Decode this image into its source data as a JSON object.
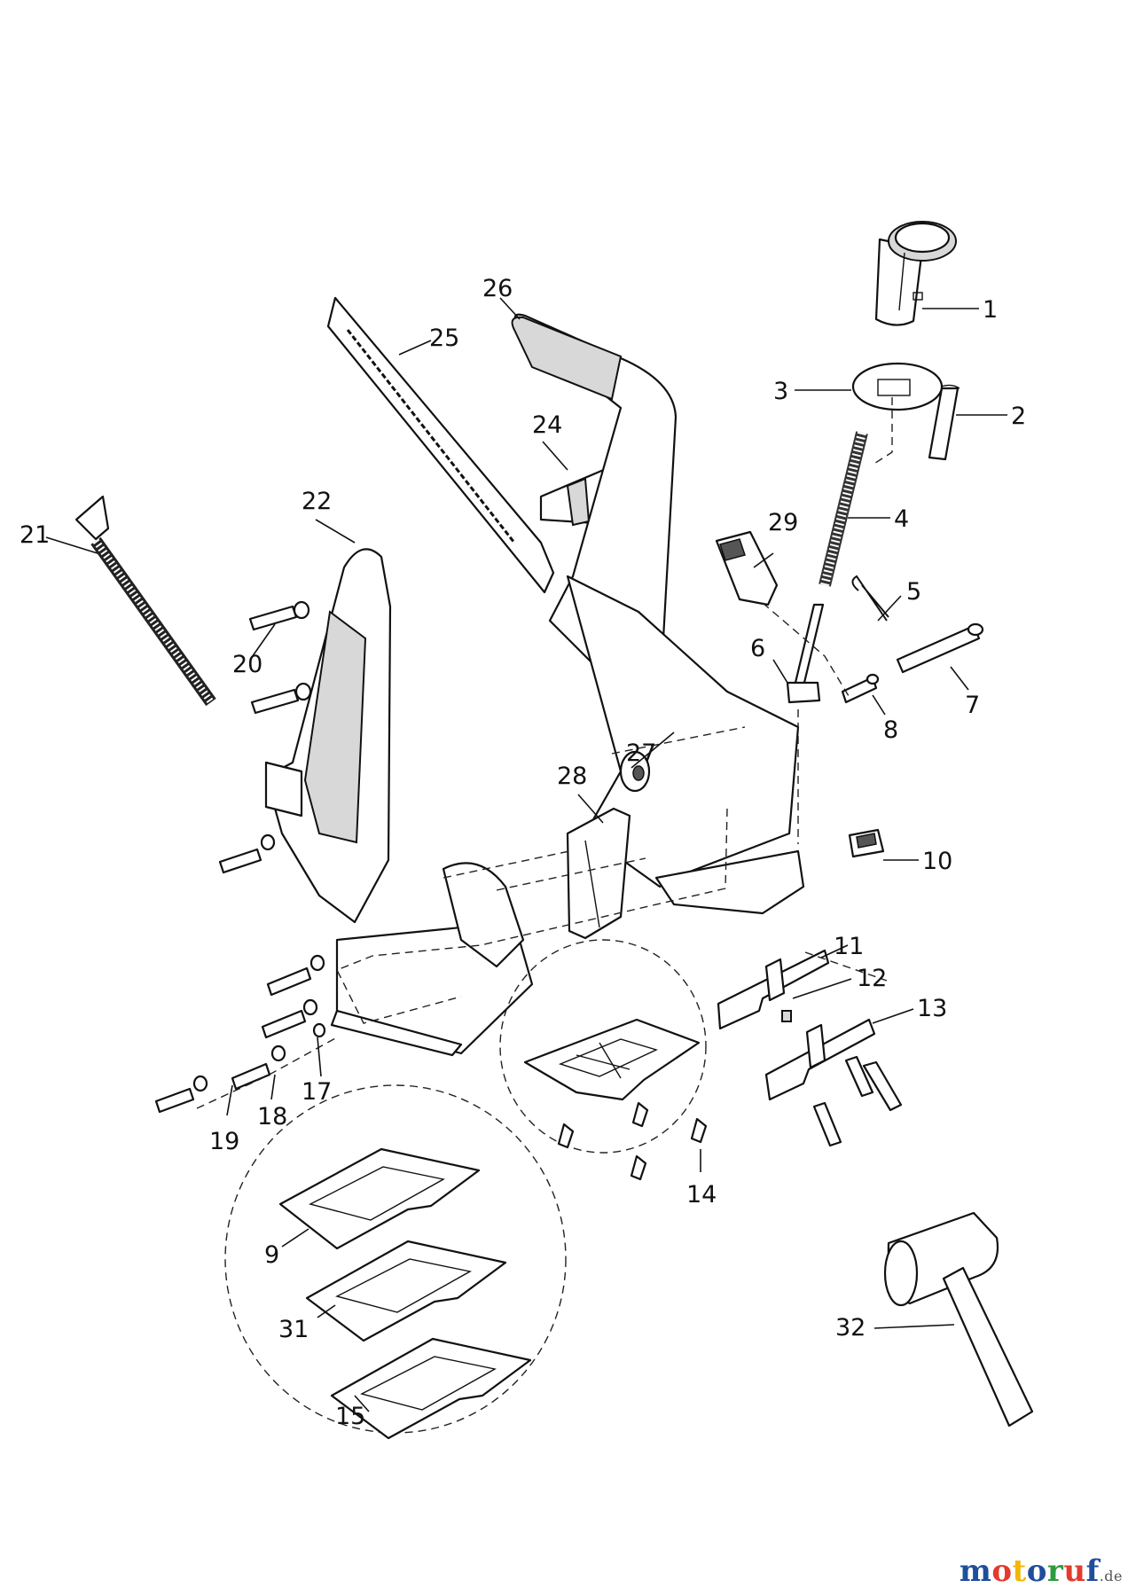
{
  "callouts": [
    {
      "id": "p1",
      "text": "1"
    },
    {
      "id": "p2",
      "text": "2"
    },
    {
      "id": "p3",
      "text": "3"
    },
    {
      "id": "p4",
      "text": "4"
    },
    {
      "id": "p5",
      "text": "5"
    },
    {
      "id": "p6",
      "text": "6"
    },
    {
      "id": "p7",
      "text": "7"
    },
    {
      "id": "p8",
      "text": "8"
    },
    {
      "id": "p9",
      "text": "9"
    },
    {
      "id": "p10",
      "text": "10"
    },
    {
      "id": "p11",
      "text": "11"
    },
    {
      "id": "p12",
      "text": "12"
    },
    {
      "id": "p13",
      "text": "13"
    },
    {
      "id": "p14",
      "text": "14"
    },
    {
      "id": "p15",
      "text": "15"
    },
    {
      "id": "p17",
      "text": "17"
    },
    {
      "id": "p18",
      "text": "18"
    },
    {
      "id": "p19",
      "text": "19"
    },
    {
      "id": "p20",
      "text": "20"
    },
    {
      "id": "p21",
      "text": "21"
    },
    {
      "id": "p22",
      "text": "22"
    },
    {
      "id": "p24",
      "text": "24"
    },
    {
      "id": "p25",
      "text": "25"
    },
    {
      "id": "p26",
      "text": "26"
    },
    {
      "id": "p27",
      "text": "27"
    },
    {
      "id": "p28",
      "text": "28"
    },
    {
      "id": "p29",
      "text": "29"
    },
    {
      "id": "p31",
      "text": "31"
    },
    {
      "id": "p32",
      "text": "32"
    }
  ],
  "watermark": {
    "letters": [
      {
        "char": "m",
        "color": "#1f4e9c"
      },
      {
        "char": "o",
        "color": "#e23b2e"
      },
      {
        "char": "t",
        "color": "#f2b705"
      },
      {
        "char": "o",
        "color": "#1f4e9c"
      },
      {
        "char": "r",
        "color": "#2e9b3f"
      },
      {
        "char": "u",
        "color": "#e23b2e"
      },
      {
        "char": "f",
        "color": "#1f4e9c"
      }
    ],
    "suffix": ".de"
  }
}
